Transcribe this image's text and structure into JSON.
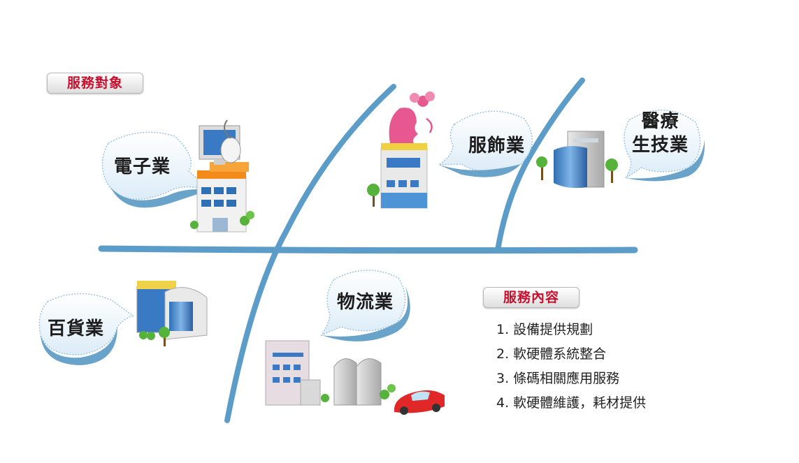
{
  "sections": {
    "target_title": "服務對象",
    "content_title": "服務內容"
  },
  "industries": [
    {
      "name": "電子業"
    },
    {
      "name": "服飾業"
    },
    {
      "name_line1": "醫療",
      "name_line2": "生技業"
    },
    {
      "name": "百貨業"
    },
    {
      "name": "物流業"
    }
  ],
  "services": [
    "1. 設備提供規劃",
    "2. 軟硬體系統整合",
    "3. 條碼相關應用服務",
    "4. 軟硬體維護，耗材提供"
  ],
  "colors": {
    "title_red": "#c8102e",
    "road_blue": "#5b9cc9",
    "bubble_fill": "#e4f1fa",
    "bubble_edge": "#6aa3c9"
  },
  "icons": [
    "computer-building-icon",
    "boutique-building-icon",
    "flower-woman-icon",
    "hospital-building-icon",
    "department-store-icon",
    "warehouse-icon",
    "car-icon",
    "tree-icon"
  ]
}
